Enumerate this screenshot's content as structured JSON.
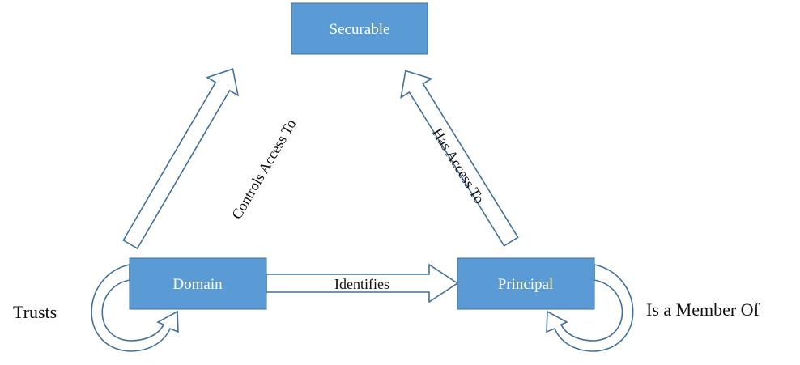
{
  "colors": {
    "box_fill": "#5b9bd5",
    "box_stroke": "#41719c",
    "arrow_stroke": "#41719c",
    "box_text": "#ffffff"
  },
  "nodes": {
    "securable": "Securable",
    "domain": "Domain",
    "principal": "Principal"
  },
  "edges": {
    "domain_to_securable": "Controls Access To",
    "principal_to_securable": "Has Access To",
    "domain_to_principal": "Identifies",
    "domain_self": "Trusts",
    "principal_self": "Is a Member Of"
  }
}
